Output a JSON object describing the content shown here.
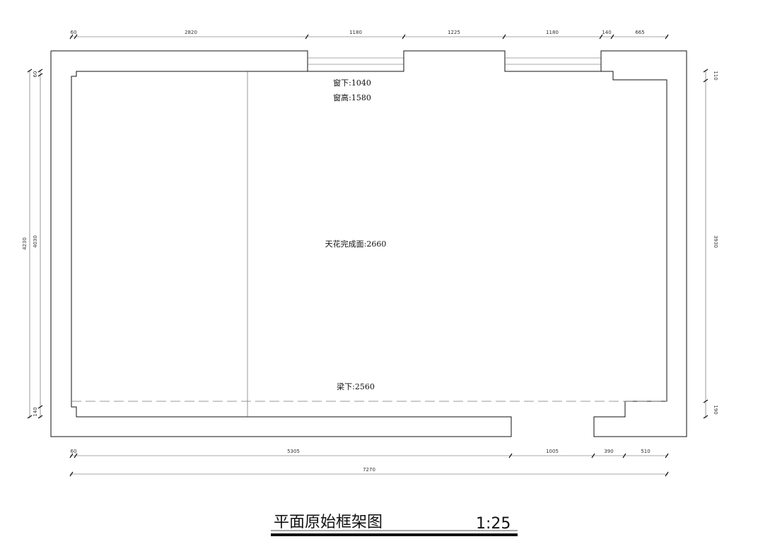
{
  "drawing": {
    "title": "平面原始框架图",
    "scale": "1:25"
  },
  "notes": {
    "window_sill": "窗下:1040",
    "window_height": "窗高:1580",
    "ceiling_finish": "天花完成面:2660",
    "beam_bottom": "梁下:2560"
  },
  "dimensions": {
    "top": [
      "60",
      "2820",
      "1180",
      "1225",
      "1180",
      "140",
      "665"
    ],
    "bottom": [
      "60",
      "5305",
      "1005",
      "390",
      "510"
    ],
    "bottom_total": "7270",
    "left_outer": "4230",
    "left_inner": [
      "60",
      "4030",
      "140"
    ],
    "right": [
      "110",
      "3930",
      "190"
    ]
  }
}
